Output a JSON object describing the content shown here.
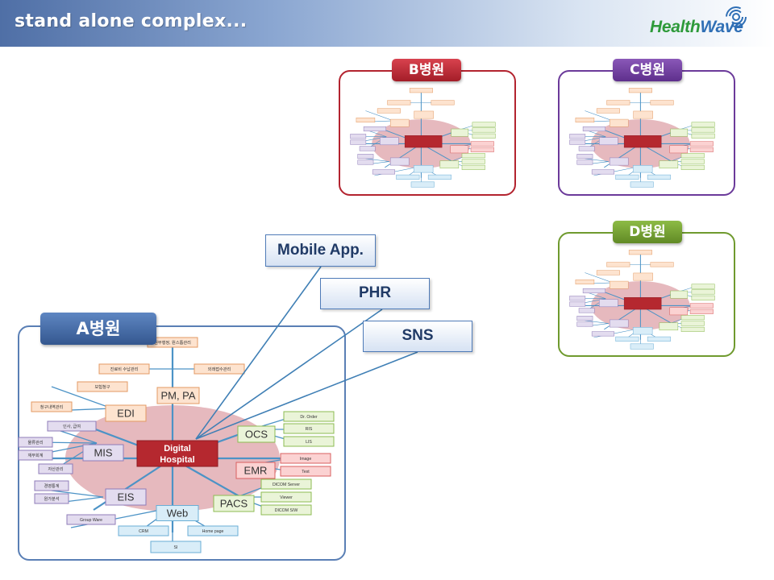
{
  "header": {
    "title": "stand alone complex...",
    "logo_part1": "Health",
    "logo_part2": "Wave"
  },
  "hospitals": {
    "a": {
      "label": "A병원",
      "color": "#4f73a8"
    },
    "b": {
      "label": "B병원",
      "color": "#b3232f"
    },
    "c": {
      "label": "C병원",
      "color": "#6b3a9a"
    },
    "d": {
      "label": "D병원",
      "color": "#6f9a2e"
    }
  },
  "external": {
    "mobile": "Mobile App.",
    "phr": "PHR",
    "sns": "SNS"
  },
  "diagram": {
    "center": [
      "Digital",
      "Hospital"
    ],
    "hubs": {
      "pmpa": "PM, PA",
      "edi": "EDI",
      "mis": "MIS",
      "eis": "EIS",
      "web": "Web",
      "ocs": "OCS",
      "emr": "EMR",
      "pacs": "PACS"
    },
    "leaves": {
      "pmpa": [
        "원무행정, 원스톱관리",
        "진료비 수납관리",
        "외래접수관리"
      ],
      "edi": [
        "보험청구",
        "청구내역관리"
      ],
      "mis": [
        "인사, 급여",
        "물류관리",
        "재무회계",
        "자산관리"
      ],
      "eis": [
        "경영통계",
        "원가분석"
      ],
      "web_left": [
        "Group Ware"
      ],
      "web_bottom": [
        "CRM",
        "Home page",
        "SI"
      ],
      "ocs": [
        "Dr. Order",
        "RIS",
        "LIS"
      ],
      "emr": [
        "Image",
        "Text"
      ],
      "pacs": [
        "DICOM Server",
        "Viewer",
        "DICOM S/W"
      ]
    }
  }
}
